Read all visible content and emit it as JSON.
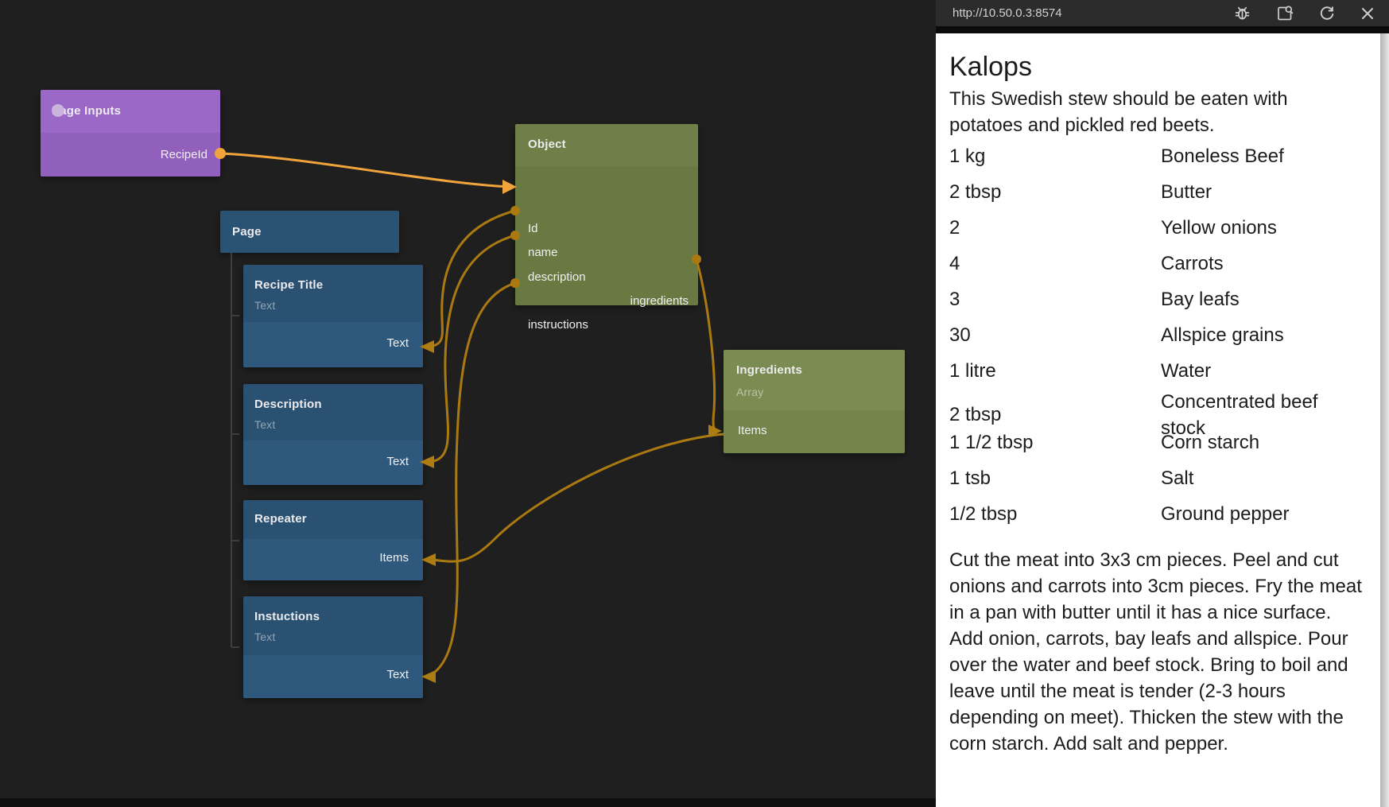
{
  "editor": {
    "nodes": {
      "page_inputs": {
        "title": "Page Inputs",
        "port": "RecipeId"
      },
      "page": {
        "title": "Page"
      },
      "recipe_title": {
        "title": "Recipe Title",
        "subtitle": "Text",
        "port": "Text"
      },
      "description": {
        "title": "Description",
        "subtitle": "Text",
        "port": "Text"
      },
      "repeater": {
        "title": "Repeater",
        "port": "Items"
      },
      "instuctions": {
        "title": "Instuctions",
        "subtitle": "Text",
        "port": "Text"
      },
      "object": {
        "title": "Object",
        "ports": {
          "id": "Id",
          "name": "name",
          "description": "description",
          "ingredients": "ingredients",
          "instructions": "instructions"
        }
      },
      "ingredients_array": {
        "title": "Ingredients",
        "subtitle": "Array",
        "port": "Items"
      }
    },
    "colors": {
      "canvas_bg": "#1f1f1f",
      "connection_active": "#f1a43c",
      "connection": "#aa7911",
      "node_purple": "#9c68c8",
      "node_blue": "#2a5171",
      "node_green_object": "#6f7f47",
      "node_green_array": "#7b8c52"
    }
  },
  "preview": {
    "url": "http://10.50.0.3:8574",
    "toolbar_icons": [
      "debug-bug-icon",
      "open-in-browser-icon",
      "refresh-icon",
      "close-icon"
    ],
    "recipe": {
      "title": "Kalops",
      "description": "This Swedish stew should be eaten with potatoes and pickled red beets.",
      "ingredients": [
        {
          "qty": "1 kg",
          "name": "Boneless Beef"
        },
        {
          "qty": "2 tbsp",
          "name": "Butter"
        },
        {
          "qty": "2",
          "name": "Yellow onions"
        },
        {
          "qty": "4",
          "name": "Carrots"
        },
        {
          "qty": "3",
          "name": "Bay leafs"
        },
        {
          "qty": "30",
          "name": "Allspice grains"
        },
        {
          "qty": "1 litre",
          "name": "Water"
        },
        {
          "qty": "2 tbsp",
          "name": "Concentrated beef stock"
        },
        {
          "qty": "1 1/2 tbsp",
          "name": "Corn starch"
        },
        {
          "qty": "1 tsb",
          "name": "Salt"
        },
        {
          "qty": "1/2 tbsp",
          "name": "Ground pepper"
        }
      ],
      "instructions": "Cut the meat into 3x3 cm pieces. Peel and cut onions and carrots into 3cm pieces. Fry the meat in a pan with butter until it has a nice surface. Add onion, carrots, bay leafs and allspice. Pour over the water and beef stock. Bring to boil and leave until the meat is tender (2-3 hours depending on meet). Thicken the stew with the corn starch. Add salt and pepper."
    }
  }
}
